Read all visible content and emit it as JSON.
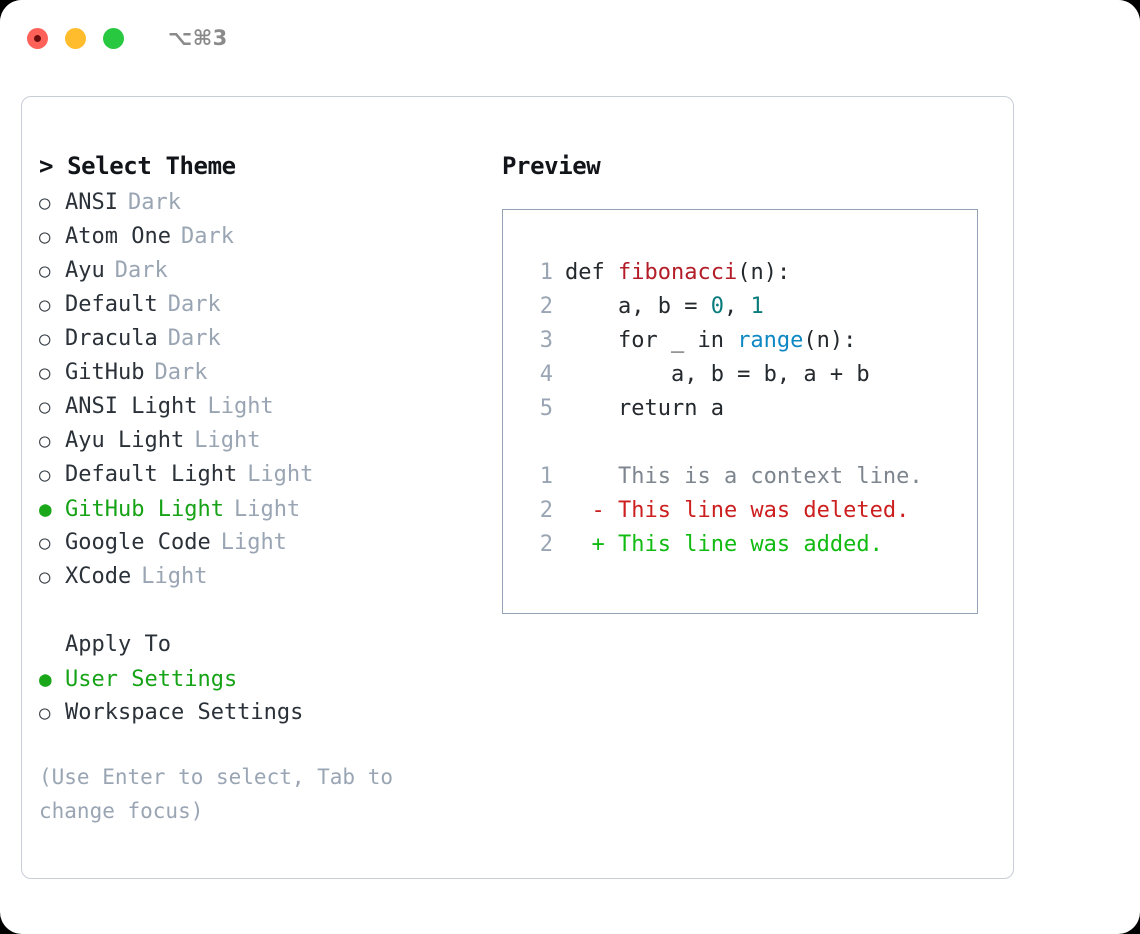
{
  "titlebar": {
    "shortcut": "⌥⌘3",
    "buttons": [
      "close",
      "minimize",
      "maximize"
    ]
  },
  "left_panel": {
    "prompt": "> ",
    "title": "Select Theme",
    "bullet_unselected": "○",
    "bullet_selected": "●",
    "themes": [
      {
        "name": "ANSI",
        "variant": "Dark",
        "selected": false
      },
      {
        "name": "Atom One",
        "variant": "Dark",
        "selected": false
      },
      {
        "name": "Ayu",
        "variant": "Dark",
        "selected": false
      },
      {
        "name": "Default",
        "variant": "Dark",
        "selected": false
      },
      {
        "name": "Dracula",
        "variant": "Dark",
        "selected": false
      },
      {
        "name": "GitHub",
        "variant": "Dark",
        "selected": false
      },
      {
        "name": "ANSI Light",
        "variant": "Light",
        "selected": false
      },
      {
        "name": "Ayu Light",
        "variant": "Light",
        "selected": false
      },
      {
        "name": "Default Light",
        "variant": "Light",
        "selected": false
      },
      {
        "name": "GitHub Light",
        "variant": "Light",
        "selected": true
      },
      {
        "name": "Google Code",
        "variant": "Light",
        "selected": false
      },
      {
        "name": "XCode",
        "variant": "Light",
        "selected": false
      }
    ],
    "apply_to": {
      "title": "Apply To",
      "options": [
        {
          "label": "User Settings",
          "selected": true
        },
        {
          "label": "Workspace Settings",
          "selected": false
        }
      ]
    },
    "hint": "(Use Enter to select, Tab to change focus)"
  },
  "right_panel": {
    "title": "Preview",
    "code_lines": [
      {
        "num": "1",
        "tokens": [
          {
            "t": "def ",
            "c": "tok-kw"
          },
          {
            "t": "fibonacci",
            "c": "tok-fn"
          },
          {
            "t": "(n):",
            "c": "tok-punc"
          }
        ]
      },
      {
        "num": "2",
        "tokens": [
          {
            "t": "    a, b = ",
            "c": "tok-plain"
          },
          {
            "t": "0",
            "c": "tok-num"
          },
          {
            "t": ", ",
            "c": "tok-plain"
          },
          {
            "t": "1",
            "c": "tok-num"
          }
        ]
      },
      {
        "num": "3",
        "tokens": [
          {
            "t": "    for _ in ",
            "c": "tok-kw"
          },
          {
            "t": "range",
            "c": "tok-builtin"
          },
          {
            "t": "(n):",
            "c": "tok-punc"
          }
        ]
      },
      {
        "num": "4",
        "tokens": [
          {
            "t": "        a, b = b, a + b",
            "c": "tok-plain"
          }
        ]
      },
      {
        "num": "5",
        "tokens": [
          {
            "t": "    return a",
            "c": "tok-kw"
          }
        ]
      }
    ],
    "diff_lines": [
      {
        "num": "1",
        "marker": "  ",
        "text": "This is a context line.",
        "cls": "diff-ctx"
      },
      {
        "num": "2",
        "marker": "- ",
        "text": "This line was deleted.",
        "cls": "diff-del"
      },
      {
        "num": "2",
        "marker": "+ ",
        "text": "This line was added.",
        "cls": "diff-add"
      }
    ]
  },
  "colors": {
    "accent_green": "#17a317",
    "muted": "#9aa5b4",
    "text": "#2b3138",
    "diff_add": "#12bb12",
    "diff_del": "#cc1f1f",
    "fn_name": "#b31d28",
    "builtin": "#0d88c4",
    "number": "#0a7c7c",
    "border": "#94a3b5",
    "card_border": "#c8cdd6",
    "close": "#ff6159",
    "minimize": "#ffbd2e",
    "maximize": "#28c840"
  }
}
